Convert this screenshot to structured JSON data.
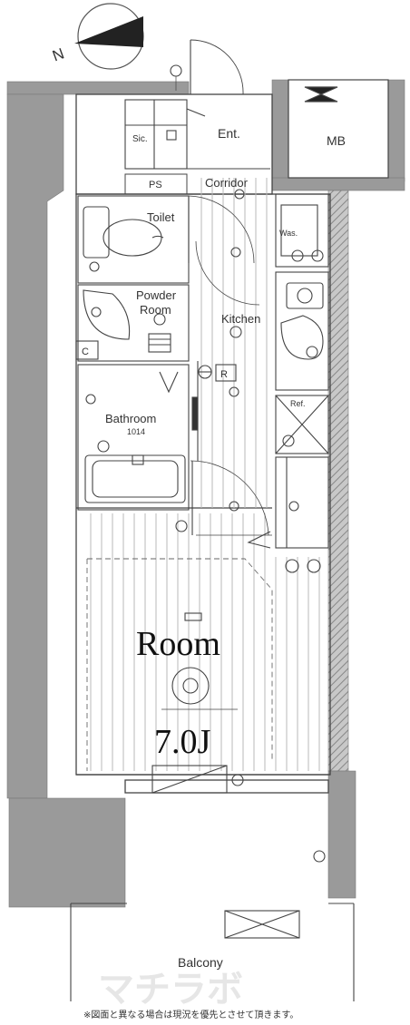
{
  "compass": {
    "north_letter": "N"
  },
  "rooms": {
    "room": "Room",
    "room_size": "7.0J",
    "mb": "MB",
    "ent": "Ent.",
    "sic": "Sic.",
    "ps": "PS",
    "corridor": "Corridor",
    "toilet": "Toilet",
    "powder_line1": "Powder",
    "powder_line2": "Room",
    "kitchen": "Kitchen",
    "bathroom": "Bathroom",
    "bath_size": "1014",
    "balcony": "Balcony",
    "wm": "Was.",
    "ref": "Ref.",
    "c_box": "C",
    "r_box": "R"
  },
  "watermark": "マチラボ",
  "footnote": "※図面と異なる場合は現況を優先とさせて頂きます。",
  "colors": {
    "wall": "#9a9a9a",
    "line": "#444444",
    "floor": "#b9b9b9"
  }
}
